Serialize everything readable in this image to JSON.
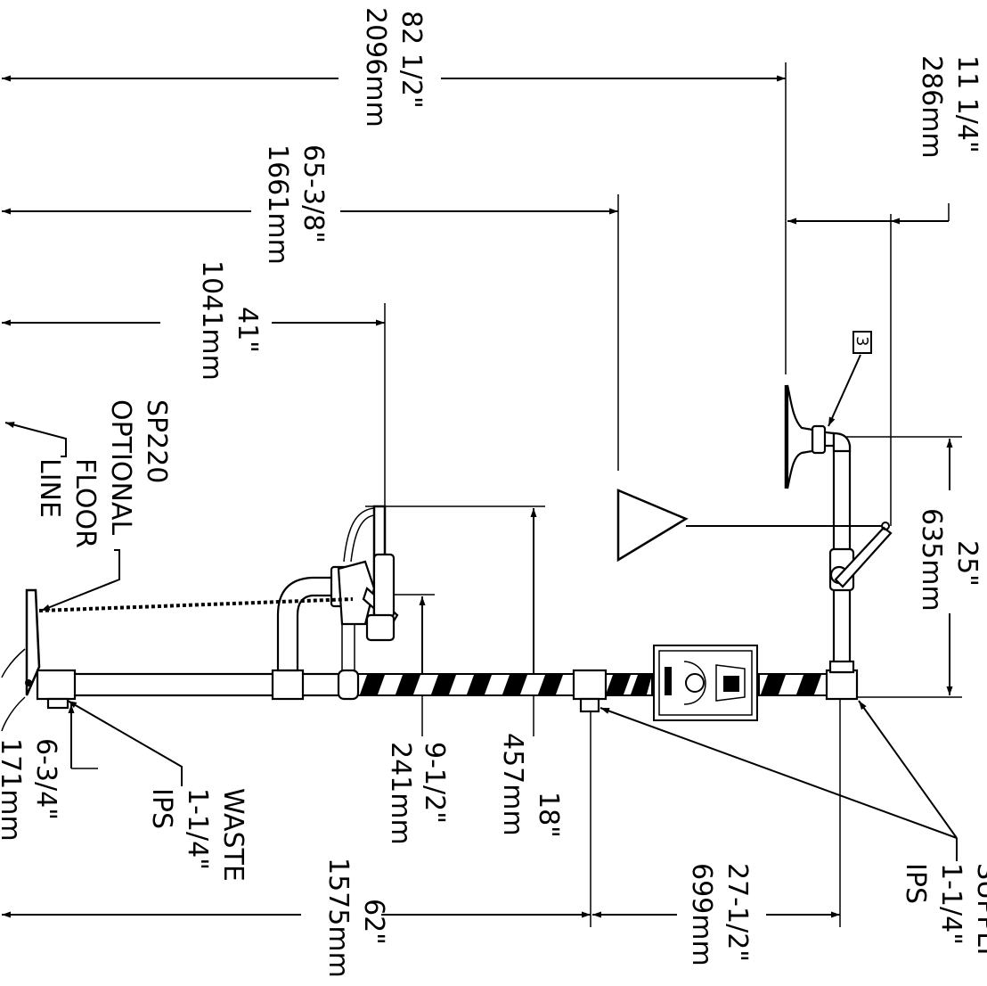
{
  "dimensions": {
    "d1": {
      "inch": "82 1/2\"",
      "mm": "2096mm"
    },
    "d2": {
      "inch": "65-3/8\"",
      "mm": "1661mm"
    },
    "d3": {
      "inch": "41\"",
      "mm": "1041mm"
    },
    "d4": {
      "inch": "11 1/4\"",
      "mm": "286mm"
    },
    "d5": {
      "inch": "25\"",
      "mm": "635mm"
    },
    "d6": {
      "inch": "18\"",
      "mm": "457mm"
    },
    "d7": {
      "inch": "9-1/2\"",
      "mm": "241mm"
    },
    "d8": {
      "inch": "6-3/4\"",
      "mm": "171mm"
    },
    "d9": {
      "inch": "62\"",
      "mm": "1575mm"
    },
    "d10": {
      "inch": "27-1/2\"",
      "mm": "699mm"
    }
  },
  "callouts": {
    "sp220": {
      "line1": "SP220",
      "line2": "OPTIONAL"
    },
    "floor": {
      "line1": "FLOOR",
      "line2": "LINE"
    },
    "waste": {
      "line1": "WASTE",
      "line2": "1-1/4\"",
      "line3": "IPS"
    },
    "supply": {
      "line1": "SUPPLY",
      "line2": "1-1/4\"",
      "line3": "IPS"
    },
    "note_tag": "3"
  }
}
